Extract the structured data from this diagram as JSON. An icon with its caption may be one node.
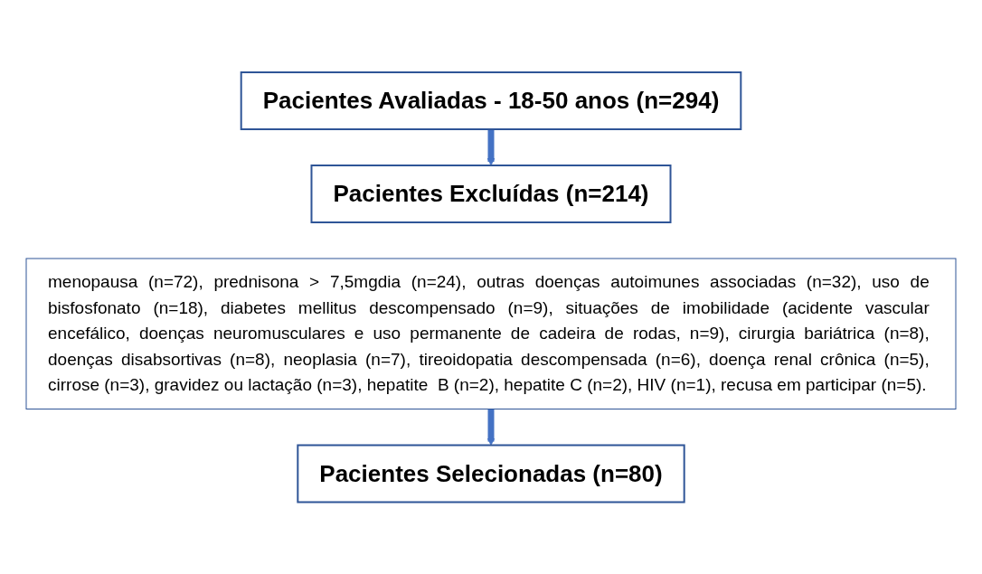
{
  "diagram": {
    "nodes": [
      {
        "text": [
          "Pacientes Avaliadas - 18-50 anos (n=294)"
        ]
      },
      {
        "text": [
          "Pacientes Excluídas (n=214)"
        ]
      },
      {
        "text": [
          "menopausa (n=72), prednisona > 7,5mgdia (n=24), outras doenças autoimunes associadas (n=32), uso de bisfosfonato (n=18), diabetes mellitus descompensado (n=9), situações de imobilidade (acidente vascular encefálico, doenças neuromusculares e uso permanente de cadeira de rodas, n=9), cirurgia bariátrica (n=8), doenças disabsortivas (n=8), neoplasia (n=7), tireoidopatia descompensada (n=6), doença renal crônica (n=5), cirrose (n=3), gravidez ou lactação (n=3), hepatite  B (n=2), hepatite C (n=2), HIV (n=1), recusa em participar (n=5)."
        ]
      },
      {
        "text": [
          "Pacientes Selecionadas (n=80)"
        ]
      }
    ],
    "edges": [
      {
        "from": 0,
        "to": 1,
        "arrow": "to"
      },
      {
        "from": 2,
        "to": 3,
        "arrow": "to"
      }
    ]
  }
}
